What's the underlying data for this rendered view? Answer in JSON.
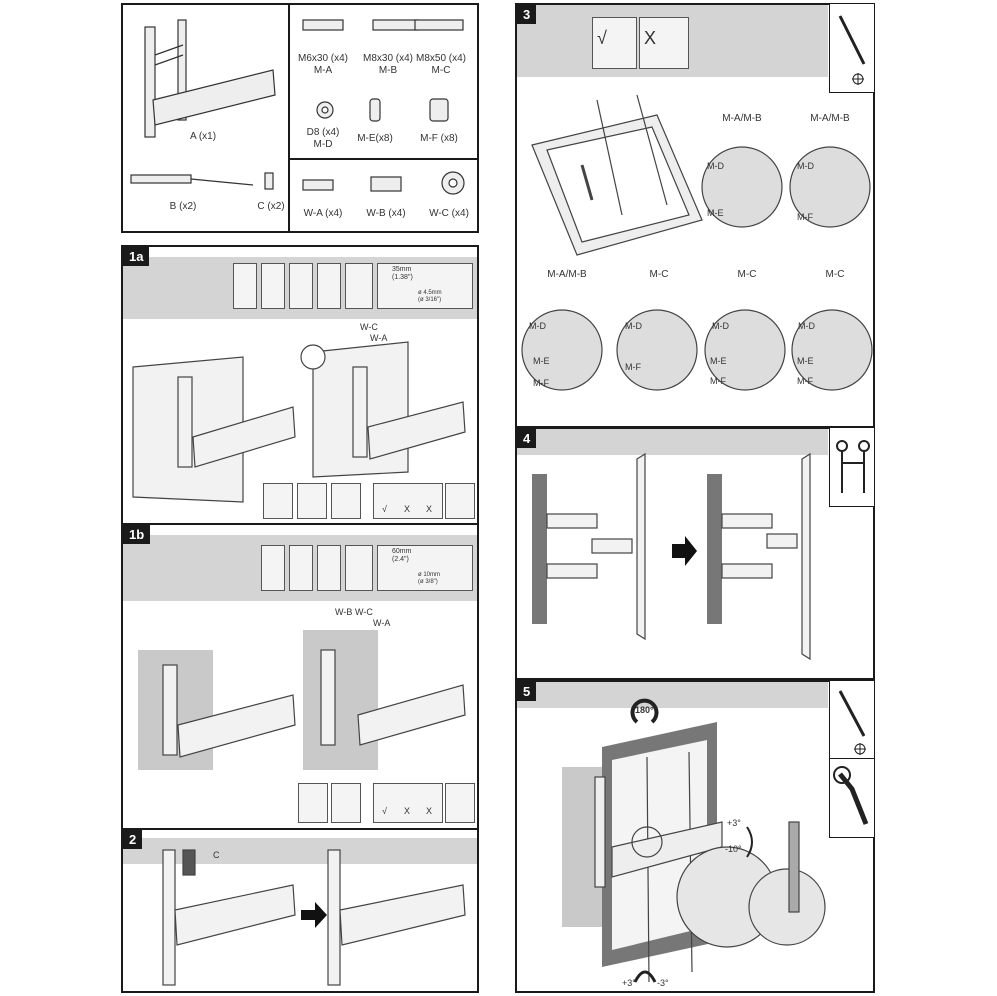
{
  "parts": {
    "bracket": "A (x1)",
    "tool_b": "B (x2)",
    "tool_c": "C (x2)",
    "ma": [
      "M6x30 (x4)",
      "M-A"
    ],
    "mb": [
      "M8x30 (x4)",
      "M-B"
    ],
    "mc": [
      "M8x50 (x4)",
      "M-C"
    ],
    "md": [
      "D8 (x4)",
      "M-D"
    ],
    "me": "M-E(x8)",
    "mf": "M-F (x8)",
    "wa": "W-A (x4)",
    "wb": "W-B (x4)",
    "wc": "W-C (x4)"
  },
  "step1a": {
    "label": "1a",
    "drill_depth": "35mm",
    "drill_depth_in": "(1.38\")",
    "drill_dia": "ø 4.5mm",
    "drill_dia_in": "(ø 3/16\")",
    "wc": "W-C",
    "wa": "W-A",
    "check": "√",
    "x1": "X",
    "x2": "X"
  },
  "step1b": {
    "label": "1b",
    "drill_depth": "60mm",
    "drill_depth_in": "(2.4\")",
    "drill_dia": "ø 10mm",
    "drill_dia_in": "(ø 3/8\")",
    "wb": "W-B",
    "wc": "W-C",
    "wa": "W-A",
    "check": "√",
    "x1": "X",
    "x2": "X"
  },
  "step2": {
    "label": "2",
    "c": "C"
  },
  "step3": {
    "label": "3",
    "check": "√",
    "x": "X",
    "circles": [
      {
        "top": "M-A/M-B",
        "labels": [
          "M-D",
          "M-E"
        ]
      },
      {
        "top": "M-A/M-B",
        "labels": [
          "M-D",
          "M-F"
        ]
      },
      {
        "top": "M-A/M-B",
        "labels": [
          "M-D",
          "M-E",
          "M-F"
        ]
      },
      {
        "top": "M-C",
        "labels": [
          "M-D",
          "M-F"
        ]
      },
      {
        "top": "M-C",
        "labels": [
          "M-D",
          "M-E",
          "M-F"
        ]
      },
      {
        "top": "M-C",
        "labels": [
          "M-D",
          "M-E",
          "M-F"
        ]
      }
    ]
  },
  "step4": {
    "label": "4"
  },
  "step5": {
    "label": "5",
    "rotate": "180°",
    "tilt_up": "+3°",
    "tilt_down": "-10°",
    "level_plus": "+3°",
    "level_minus": "-3°"
  }
}
